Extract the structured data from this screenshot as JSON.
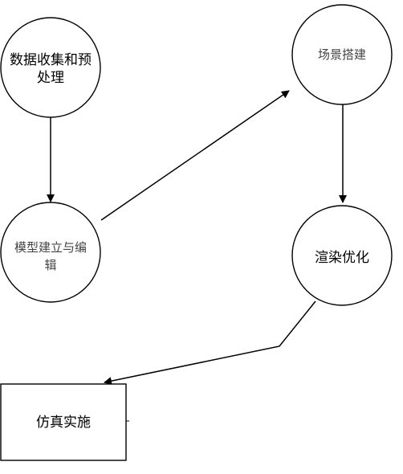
{
  "nodes": {
    "data_collection": {
      "line1": "数据收集和预",
      "line2": "处理"
    },
    "modeling": {
      "line1": "模型建立与编",
      "line2": "辑"
    },
    "scene_building": {
      "label": "场景搭建"
    },
    "render_optimization": {
      "label": "渲染优化"
    },
    "simulation": {
      "label": "仿真实施"
    }
  },
  "colors": {
    "stroke": "#000000",
    "text": "#000000",
    "text_muted": "#444444"
  }
}
